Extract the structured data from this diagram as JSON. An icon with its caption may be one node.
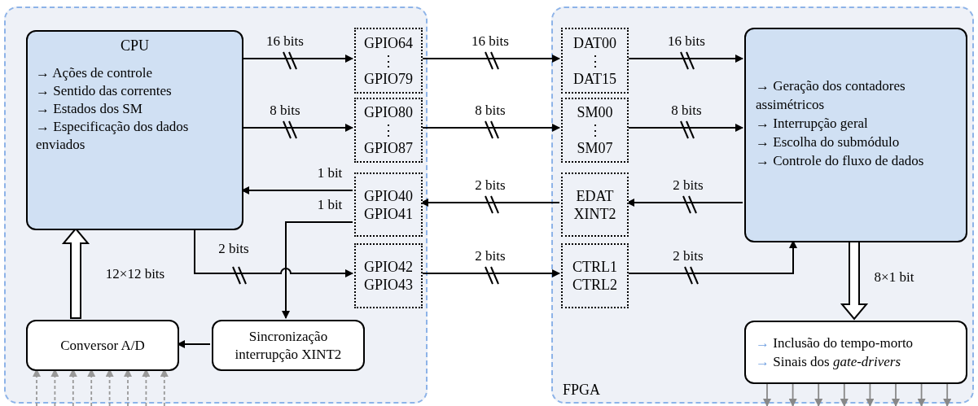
{
  "diagram": {
    "nodes": [
      {
        "text": [],
        "shape": "box"
      },
      {
        "text": [
          "CPU",
          "→ Ações de controle",
          "→ Sentido das correntes",
          "→ Estados dos SM",
          "→ Especificação dos dados enviados"
        ],
        "in": 0
      },
      {
        "text": [
          "GPIO64",
          "⋮",
          "GPIO79"
        ],
        "in": 0
      },
      {
        "text": [
          "GPIO80",
          "⋮",
          "GPIO87"
        ],
        "in": 0
      },
      {
        "text": [
          "GPIO40",
          "GPIO41"
        ],
        "in": 0
      },
      {
        "text": [
          "GPIO42",
          "GPIO43"
        ],
        "in": 0
      },
      {
        "text": [
          "Conversor A/D"
        ],
        "in": 0
      },
      {
        "text": [
          "Sincronização interrupção XINT2"
        ],
        "in": 0
      },
      {
        "text": [
          "FPGA"
        ]
      },
      {
        "text": [
          "DAT00",
          "⋮",
          "DAT15"
        ],
        "in": 8
      },
      {
        "text": [
          "SM00",
          "⋮",
          "SM07"
        ],
        "in": 8
      },
      {
        "text": [
          "EDAT",
          "XINT2"
        ],
        "in": 8
      },
      {
        "text": [
          "CTRL1",
          "CTRL2"
        ],
        "in": 8
      },
      {
        "text": [
          "→ Geração dos contadores assimétricos",
          "→ Interrupção geral",
          "→ Escolha do submódulo",
          "→ Controle do fluxo de dados"
        ],
        "in": 8
      },
      {
        "text": [
          "→ Inclusão do tempo-morto",
          "→ Sinais dos *gate-drivers*"
        ],
        "in": 8
      }
    ],
    "edges": [
      {
        "from": 1,
        "to": 2,
        "arrow": "to",
        "label": "16 bits"
      },
      {
        "from": 1,
        "to": 3,
        "arrow": "to",
        "label": "8 bits"
      },
      {
        "from": 4,
        "to": 1,
        "arrow": "to",
        "label": "1 bit"
      },
      {
        "from": 4,
        "to": 7,
        "arrow": "to",
        "label": "1 bit"
      },
      {
        "from": 1,
        "to": 5,
        "arrow": "to",
        "label": "2 bits"
      },
      {
        "from": 2,
        "to": 9,
        "arrow": "to",
        "label": "16 bits"
      },
      {
        "from": 3,
        "to": 10,
        "arrow": "to",
        "label": "8 bits"
      },
      {
        "from": 11,
        "to": 4,
        "arrow": "to",
        "label": "2 bits"
      },
      {
        "from": 5,
        "to": 12,
        "arrow": "to",
        "label": "2 bits"
      },
      {
        "from": 9,
        "to": 13,
        "arrow": "to",
        "label": "16 bits"
      },
      {
        "from": 10,
        "to": 13,
        "arrow": "to",
        "label": "8 bits"
      },
      {
        "from": 13,
        "to": 11,
        "arrow": "to",
        "label": "2 bits"
      },
      {
        "from": 12,
        "to": 13,
        "arrow": "to",
        "label": "2 bits"
      },
      {
        "from": 6,
        "to": 1,
        "arrow": "to",
        "label": "12×12 bits",
        "style": "thick"
      },
      {
        "from": 7,
        "to": 6,
        "arrow": "to"
      },
      {
        "from": 13,
        "to": 14,
        "arrow": "to",
        "label": "8×1 bit",
        "style": "thick"
      },
      {
        "from": null,
        "to": 6,
        "arrow": "to",
        "style": "dashed",
        "color": "#999999"
      },
      {
        "from": null,
        "to": 6,
        "arrow": "to",
        "style": "dashed",
        "color": "#999999"
      },
      {
        "from": null,
        "to": 6,
        "arrow": "to",
        "style": "dashed",
        "color": "#999999"
      },
      {
        "from": null,
        "to": 6,
        "arrow": "to",
        "style": "dashed",
        "color": "#999999"
      },
      {
        "from": null,
        "to": 6,
        "arrow": "to",
        "style": "dashed",
        "color": "#999999"
      },
      {
        "from": null,
        "to": 6,
        "arrow": "to",
        "style": "dashed",
        "color": "#999999"
      },
      {
        "from": null,
        "to": 6,
        "arrow": "to",
        "style": "dashed",
        "color": "#999999"
      },
      {
        "from": null,
        "to": 6,
        "arrow": "to",
        "style": "dashed",
        "color": "#999999"
      },
      {
        "from": 14,
        "to": null,
        "arrow": "to",
        "color": "#888888"
      },
      {
        "from": 14,
        "to": null,
        "arrow": "to",
        "color": "#888888"
      },
      {
        "from": 14,
        "to": null,
        "arrow": "to",
        "color": "#888888"
      },
      {
        "from": 14,
        "to": null,
        "arrow": "to",
        "color": "#888888"
      },
      {
        "from": 14,
        "to": null,
        "arrow": "to",
        "color": "#888888"
      },
      {
        "from": 14,
        "to": null,
        "arrow": "to",
        "color": "#888888"
      },
      {
        "from": 14,
        "to": null,
        "arrow": "to",
        "color": "#888888"
      },
      {
        "from": 14,
        "to": null,
        "arrow": "to",
        "color": "#888888"
      }
    ]
  }
}
